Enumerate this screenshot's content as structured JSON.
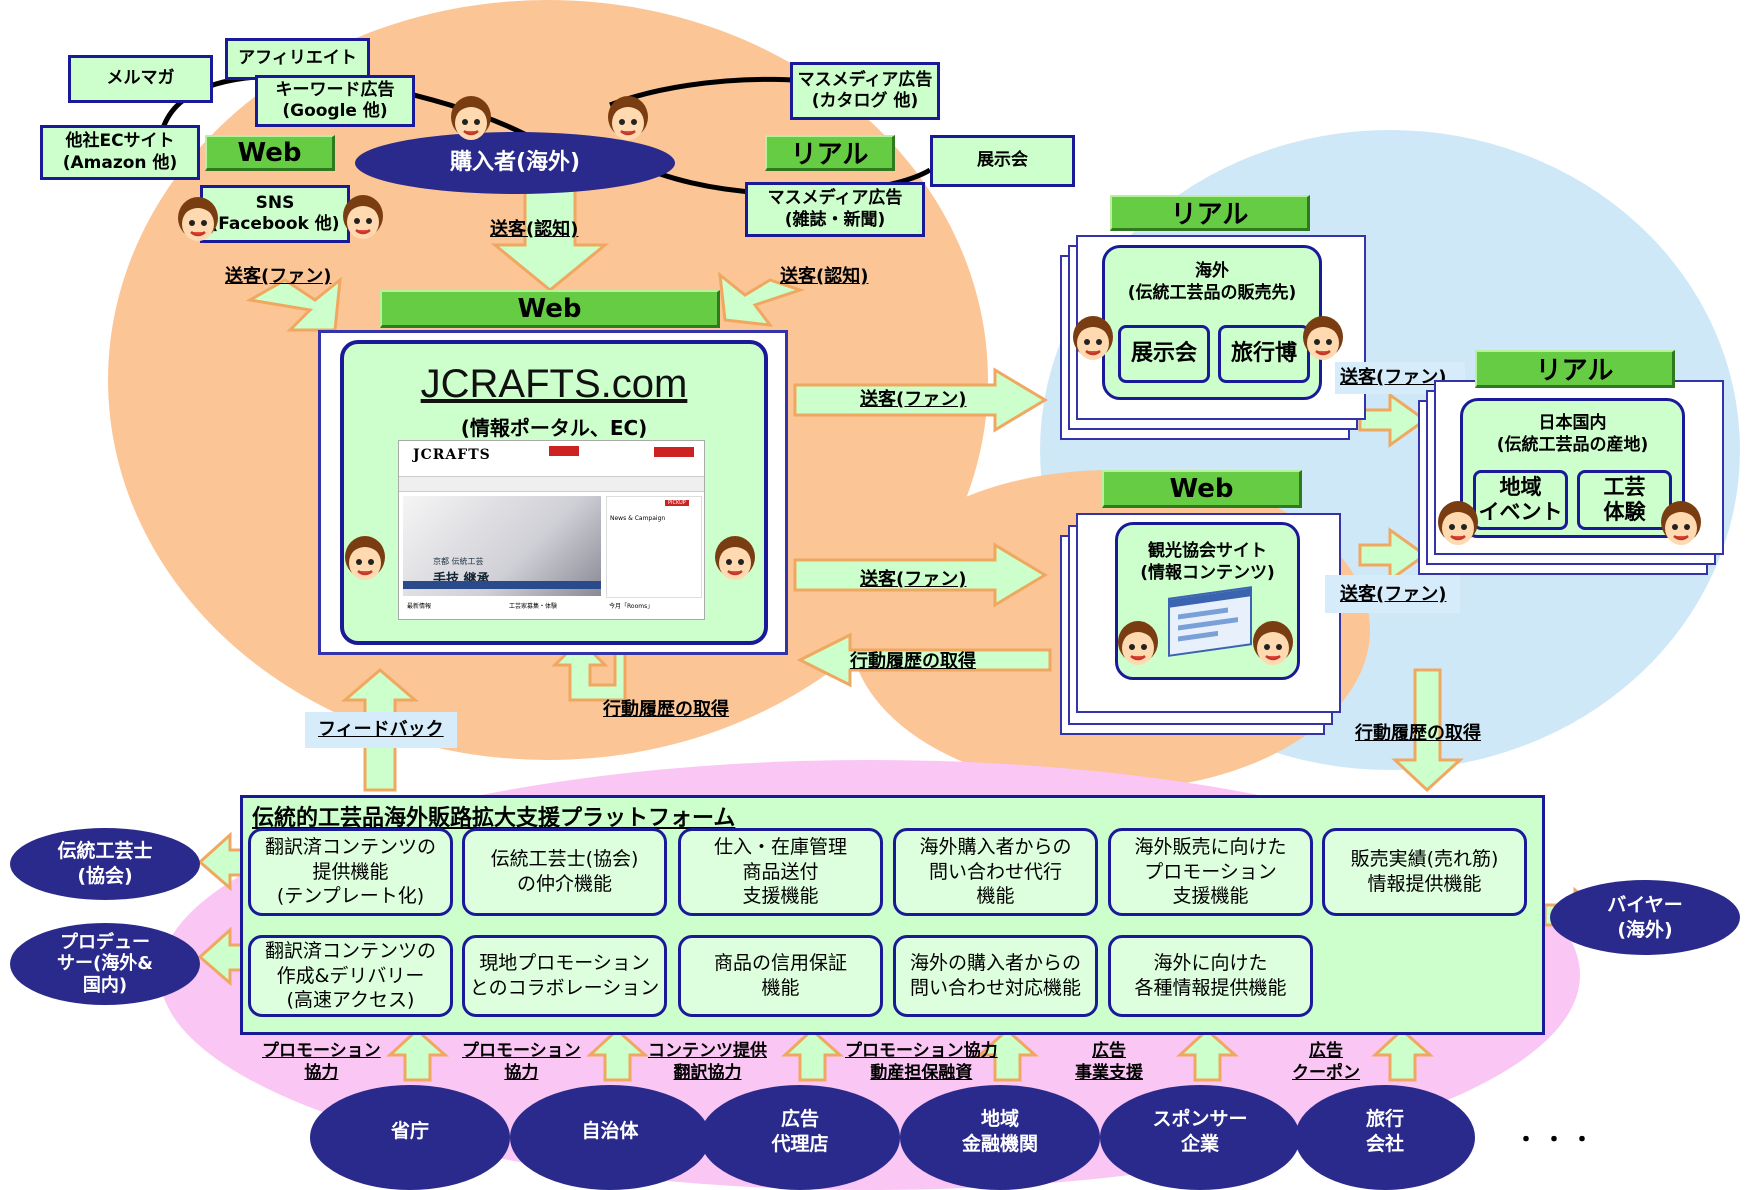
{
  "buyer": {
    "label": "購入者(海外)",
    "web_tag": "Web",
    "real_tag": "リアル"
  },
  "web_channels": {
    "mailmag": "メルマガ",
    "affiliate": "アフィリエイト",
    "keyword_ad": [
      "キーワード広告",
      "(Google 他)"
    ],
    "other_ec": [
      "他社ECサイト",
      "(Amazon 他)"
    ],
    "sns": [
      "SNS",
      "(Facebook 他)"
    ]
  },
  "real_channels": {
    "mass_catalog": [
      "マスメディア広告",
      "(カタログ 他)"
    ],
    "exhibition": "展示会",
    "mass_magazine": [
      "マスメディア広告",
      "(雑誌・新聞)"
    ]
  },
  "flows": {
    "send_fan": "送客(ファン)",
    "send_aware": "送客(認知)",
    "send_aware_top": "送客(認知)",
    "send_fan_right1": "送客(ファン)",
    "send_fan_right2": "送客(ファン)",
    "send_fan_overseas": "送客(ファン)",
    "send_fan_tourism": "送客(ファン)",
    "behavior": "行動履歴の取得",
    "behavior_back": "行動履歴の取得",
    "behavior_right": "行動履歴の取得",
    "feedback": "フィードバック"
  },
  "jcrafts": {
    "tag": "Web",
    "title": "JCRAFTS.com",
    "subtitle": "(情報ポータル、EC)",
    "logo_text": "JCRAFTS",
    "screenshot": {
      "banner_line1": "京都 伝統工芸",
      "banner_line2": "手技 継承",
      "news_title": "News & Campaign",
      "pickup": "PICKUP",
      "col1": "最新情報",
      "col2": "工芸家募集・体験",
      "col3": "今月「Rooms」"
    }
  },
  "overseas": {
    "tag": "リアル",
    "title": [
      "海外",
      "(伝統工芸品の販売先)"
    ],
    "items": [
      "展示会",
      "旅行博"
    ]
  },
  "tourism": {
    "tag": "Web",
    "title": [
      "観光協会サイト",
      "(情報コンテンツ)"
    ]
  },
  "domestic": {
    "tag": "リアル",
    "title": [
      "日本国内",
      "(伝統工芸品の産地)"
    ],
    "items": [
      [
        "地域",
        "イベント"
      ],
      [
        "工芸",
        "体験"
      ]
    ]
  },
  "platform": {
    "title": "伝統的工芸品海外販路拡大支援プラットフォーム",
    "row1": [
      [
        "翻訳済コンテンツの",
        "提供機能",
        "(テンプレート化)"
      ],
      [
        "伝統工芸士(協会)",
        "の仲介機能"
      ],
      [
        "仕入・在庫管理",
        "商品送付",
        "支援機能"
      ],
      [
        "海外購入者からの",
        "問い合わせ代行",
        "機能"
      ],
      [
        "海外販売に向けた",
        "プロモーション",
        "支援機能"
      ],
      [
        "販売実績(売れ筋)",
        "情報提供機能"
      ]
    ],
    "row2": [
      [
        "翻訳済コンテンツの",
        "作成&デリバリー",
        "(高速アクセス)"
      ],
      [
        "現地プロモーション",
        "とのコラボレーション"
      ],
      [
        "商品の信用保証",
        "機能"
      ],
      [
        "海外の購入者からの",
        "問い合わせ対応機能"
      ],
      [
        "海外に向けた",
        "各種情報提供機能"
      ]
    ]
  },
  "left_actors": [
    [
      "伝統工芸士",
      "(協会)"
    ],
    [
      "プロデュー",
      "サー(海外&",
      "国内)"
    ]
  ],
  "right_actor": [
    "バイヤー",
    "(海外)"
  ],
  "supporters": [
    {
      "name": [
        "省庁"
      ],
      "role": [
        "プロモーション",
        "協力"
      ]
    },
    {
      "name": [
        "自治体"
      ],
      "role": [
        "プロモーション",
        "協力"
      ]
    },
    {
      "name": [
        "広告",
        "代理店"
      ],
      "role": [
        "コンテンツ提供",
        "翻訳協力"
      ]
    },
    {
      "name": [
        "地域",
        "金融機関"
      ],
      "role": [
        "プロモーション協力",
        "動産担保融資"
      ]
    },
    {
      "name": [
        "スポンサー",
        "企業"
      ],
      "role": [
        "広告",
        "事業支援"
      ]
    },
    {
      "name": [
        "旅行",
        "会社"
      ],
      "role": [
        "広告",
        "クーポン"
      ]
    }
  ],
  "ellipsis": "・・・",
  "colors": {
    "navy": "#2a2a8c",
    "green_fill": "#ccffcc",
    "tag_green": "#66cc44",
    "orange_blob": "#fbc596",
    "blue_blob": "#cfe8f8",
    "pink_blob": "#fac6f4"
  }
}
